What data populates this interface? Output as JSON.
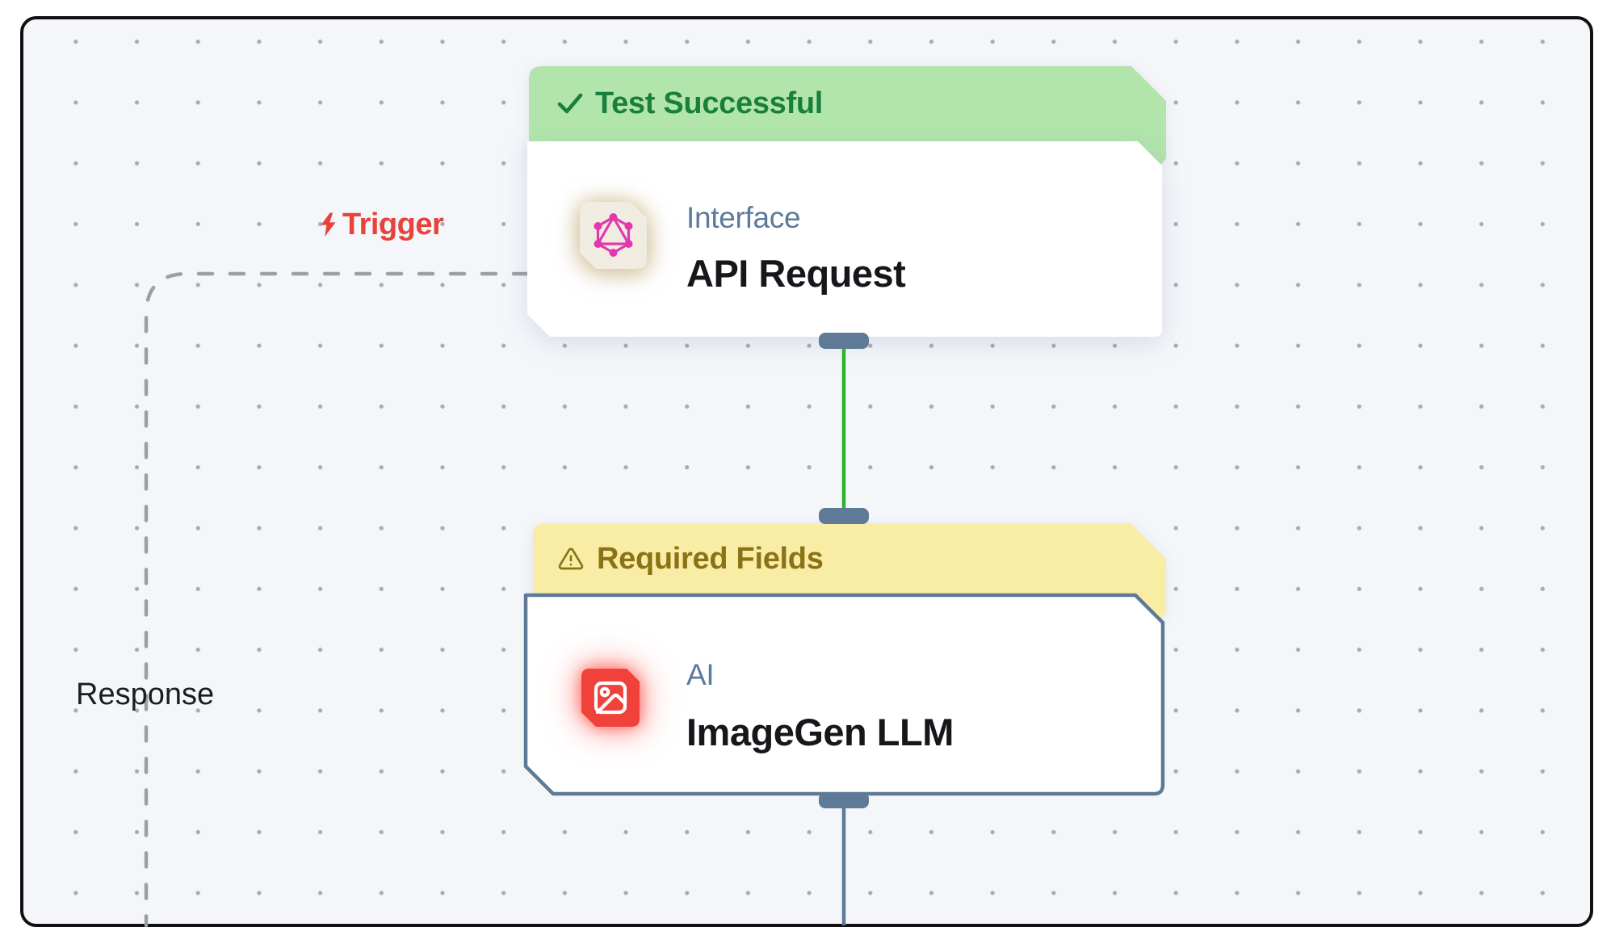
{
  "canvas": {
    "background": "#f4f6fa",
    "border_color": "#111111",
    "dot_color": "#a7acb4"
  },
  "edges": {
    "trigger": {
      "label": "Trigger",
      "color": "#e8423a",
      "icon": "lightning-icon"
    },
    "response": {
      "label": "Response",
      "color": "#9aa0a6",
      "style": "dashed"
    },
    "api_to_imagegen": {
      "color": "#2db32d",
      "style": "solid"
    },
    "imagegen_output": {
      "color": "#5e7a96",
      "style": "solid"
    }
  },
  "nodes": {
    "port_color": "#5e7a96",
    "category_color": "#5e7a9b",
    "title_color": "#15171b",
    "api_request": {
      "status": "Test Successful",
      "status_icon": "check-icon",
      "status_bg": "#b2e5ac",
      "status_text_color": "#1a7f3c",
      "category": "Interface",
      "title": "API Request",
      "icon": "graphql-icon",
      "icon_color": "#e139ad",
      "icon_bg": "#f1ece2"
    },
    "imagegen_llm": {
      "status": "Required Fields",
      "status_icon": "warning-icon",
      "status_bg": "#f9eda6",
      "status_text_color": "#8a7315",
      "category": "AI",
      "title": "ImageGen LLM",
      "icon": "image-icon",
      "icon_color": "#ffffff",
      "icon_bg": "#f0413a",
      "border_color": "#5e7a96"
    }
  }
}
